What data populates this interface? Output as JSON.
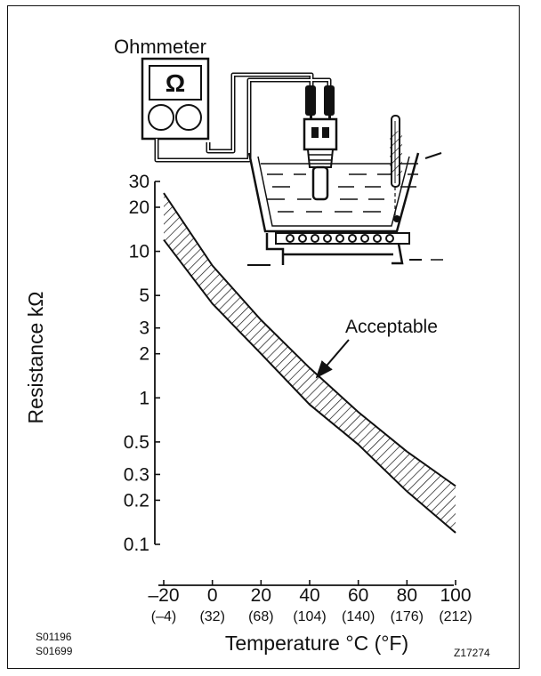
{
  "meter": {
    "label": "Ohmmeter",
    "symbol": "Ω"
  },
  "chart_data": {
    "type": "area",
    "title": "",
    "xlabel": "Temperature °C (°F)",
    "ylabel": "Resistance kΩ",
    "y_scale": "log",
    "xlim": [
      -20,
      100
    ],
    "ylim": [
      0.1,
      30
    ],
    "x_ticks": [
      -20,
      0,
      20,
      40,
      60,
      80,
      100
    ],
    "x_tick_labels": [
      "–20",
      "0",
      "20",
      "40",
      "60",
      "80",
      "100"
    ],
    "x_sub_labels": [
      "(–4)",
      "(32)",
      "(68)",
      "(104)",
      "(140)",
      "(176)",
      "(212)"
    ],
    "y_ticks": [
      30,
      20,
      10,
      5,
      3,
      2,
      1,
      0.5,
      0.3,
      0.2,
      0.1
    ],
    "y_tick_labels": [
      "30",
      "20",
      "10",
      "5",
      "3",
      "2",
      "1",
      "0.5",
      "0.3",
      "0.2",
      "0.1"
    ],
    "series": [
      {
        "name": "Acceptable",
        "x": [
          -20,
          0,
          20,
          40,
          60,
          80,
          100
        ],
        "upper": [
          25,
          8,
          3.4,
          1.6,
          0.8,
          0.43,
          0.25
        ],
        "lower": [
          12,
          4.4,
          2.0,
          0.9,
          0.48,
          0.23,
          0.12
        ]
      }
    ],
    "annotation": "Acceptable",
    "grid": false
  },
  "codes": {
    "left_1": "S01196",
    "left_2": "S01699",
    "right": "Z17274"
  }
}
